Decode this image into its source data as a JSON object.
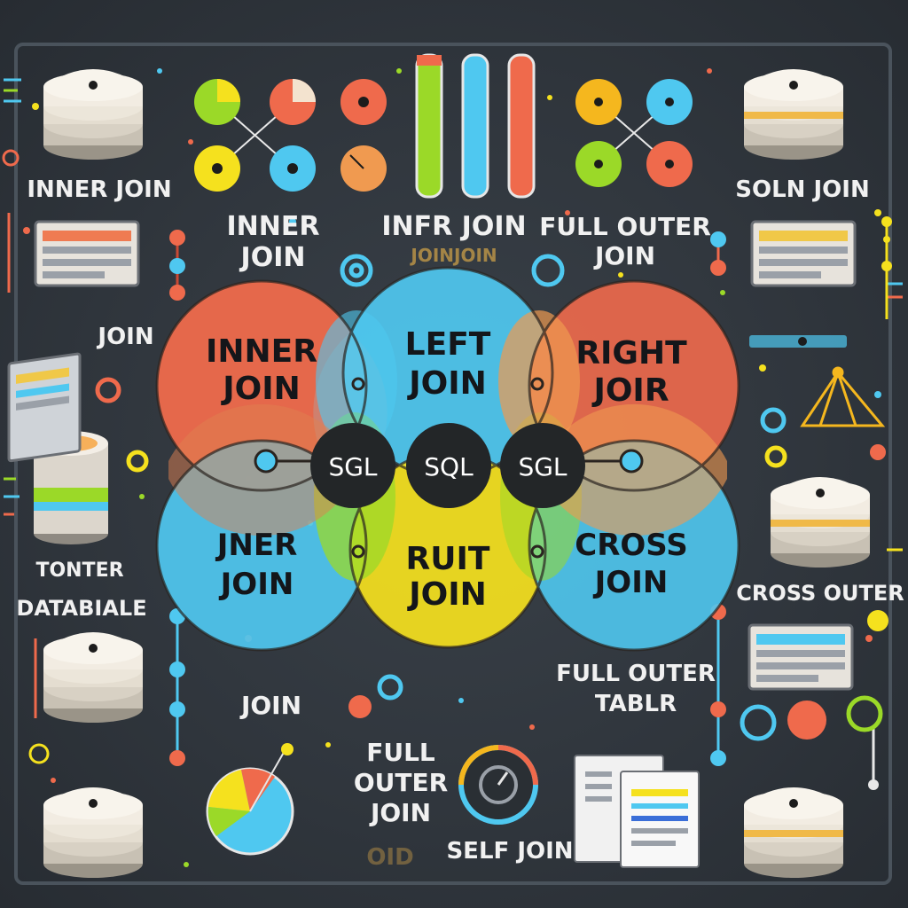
{
  "colors": {
    "background": "#30363d",
    "red": "#ef6a4c",
    "blue": "#4fc8f0",
    "yellow": "#f5e11e",
    "green": "#9bd928",
    "orange": "#f09a50",
    "hub": "#232628"
  },
  "venn": {
    "top_left": {
      "line1": "INNER",
      "line2": "JOIN"
    },
    "top_center": {
      "line1": "LEFT",
      "line2": "JOIN"
    },
    "top_right": {
      "line1": "RIGHT",
      "line2": "JOIR"
    },
    "bottom_left": {
      "line1": "JNER",
      "line2": "JOIN"
    },
    "bottom_center": {
      "line1": "RUIT",
      "line2": "JOIN"
    },
    "bottom_right": {
      "line1": "CROSS",
      "line2": "JOIN"
    },
    "hubs": [
      "SGL",
      "SQL",
      "SGL"
    ]
  },
  "labels": {
    "inner_join_left": "INNER JOIN",
    "inner_join_top_1": "INNER",
    "inner_join_top_2": "JOIN",
    "infr_join": "INFR JOIN",
    "joinjoin": "JOINJOIN",
    "full_outer_top_1": "FULL OUTER",
    "full_outer_top_2": "JOIN",
    "soln_join": "SOLN JOIN",
    "join_left": "JOIN",
    "tonter": "TONTER",
    "databiale": "DATABIALE",
    "cross_outer": "CROSS OUTER",
    "full_outer_table_1": "FULL OUTER",
    "full_outer_table_2": "TABLR",
    "join_bottom": "JOIN",
    "full_outer_join_1": "FULL",
    "full_outer_join_2": "OUTER",
    "full_outer_join_3": "JOIN",
    "self_join": "SELF JOIN",
    "faint_oid": "OID"
  },
  "icons": [
    "database-icon",
    "pie-chart-icon",
    "test-tube-icon",
    "table-icon",
    "document-icon",
    "gauge-icon",
    "triangle-graph-icon",
    "node-icon"
  ]
}
